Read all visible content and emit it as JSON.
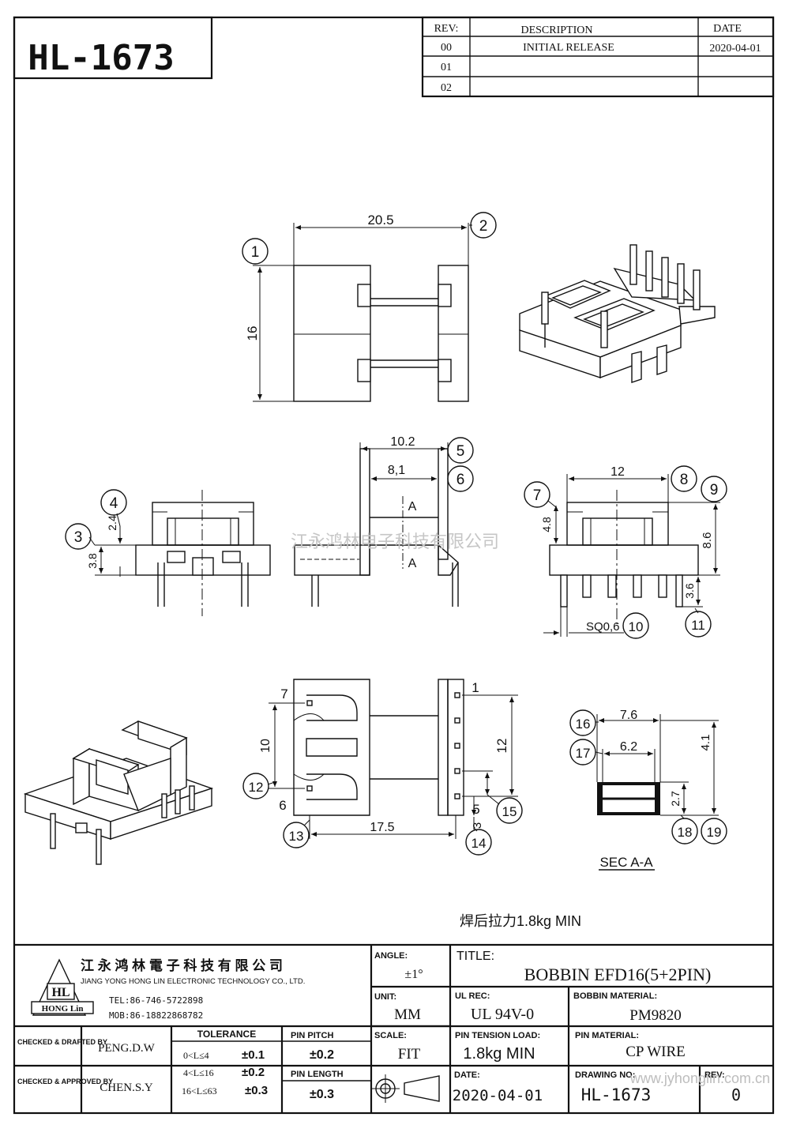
{
  "part_number": "HL-1673",
  "revisions": {
    "headers": [
      "REV:",
      "DESCRIPTION",
      "DATE"
    ],
    "rows": [
      {
        "rev": "00",
        "description": "INITIAL RELEASE",
        "date": "2020-04-01"
      },
      {
        "rev": "01",
        "description": "",
        "date": ""
      },
      {
        "rev": "02",
        "description": "",
        "date": ""
      }
    ]
  },
  "dimensions": {
    "top": {
      "width": "20.5",
      "height": "16"
    },
    "front": {
      "d1": "3.8",
      "d2": "2.4"
    },
    "side": {
      "d1": "10.2",
      "d2": "8,1",
      "section": "A"
    },
    "end": {
      "width": "12",
      "h1": "4.8",
      "h2": "8.6",
      "h3": "3.6",
      "pin": "SQ0,6"
    },
    "bottom": {
      "pitch": "10",
      "span": "12",
      "length": "17.5",
      "d5": "5",
      "d3": "3"
    },
    "section": {
      "w1": "7.6",
      "w2": "6.2",
      "h1": "4.1",
      "h2": "2.7",
      "title": "SEC A-A"
    }
  },
  "balloons": [
    "1",
    "2",
    "3",
    "4",
    "5",
    "6",
    "7",
    "8",
    "9",
    "10",
    "11",
    "12",
    "13",
    "14",
    "15",
    "16",
    "17",
    "18",
    "19"
  ],
  "pin_labels": {
    "p1": "1",
    "p5": "5",
    "p6": "6",
    "p7": "7"
  },
  "watermark": "江永鸿林电子科技有限公司",
  "note": "焊后拉力1.8kg MIN",
  "title_block": {
    "company_cn": "江 永 鸿 林 電 子 科 技 有 限 公 司",
    "company_en": "JIANG YONG HONG LIN ELECTRONIC TECHNOLOGY CO., LTD.",
    "logo_text": "HL",
    "logo_sub": "HONG Lin",
    "tel": "TEL:86-746-5722898",
    "mob": "MOB:86-18822868782",
    "angle_label": "ANGLE:",
    "angle_value": "±1°",
    "title_label": "TITLE:",
    "title_value": "BOBBIN   EFD16(5+2PIN)",
    "unit_label": "UNIT:",
    "unit_value": "MM",
    "ul_label": "UL REC:",
    "ul_value": "UL 94V-0",
    "bobbin_label": "BOBBIN MATERIAL:",
    "bobbin_value": "PM9820",
    "checked_drafted_label": "CHECKED & DRAFTED BY",
    "checked_drafted_value": "PENG.D.W",
    "checked_approved_label": "CHECKED & APPROVED BY",
    "checked_approved_value": "CHEN.S.Y",
    "tolerance_label": "TOLERANCE",
    "tolerance_rows": [
      {
        "range": "0<L≤4",
        "value": "±0.1"
      },
      {
        "range": "4<L≤16",
        "value": "±0.2"
      },
      {
        "range": "16<L≤63",
        "value": "±0.3"
      }
    ],
    "pin_pitch_label": "PIN PITCH",
    "pin_pitch_value": "±0.2",
    "pin_length_label": "PIN LENGTH",
    "pin_length_value": "±0.3",
    "scale_label": "SCALE:",
    "scale_value": "FIT",
    "pin_tension_label": "PIN TENSION LOAD:",
    "pin_tension_value": "1.8kg MIN",
    "pin_material_label": "PIN MATERIAL:",
    "pin_material_value": "CP   WIRE",
    "date_label": "DATE:",
    "date_value": "2020-04-01",
    "drawing_no_label": "DRAWING NO:",
    "drawing_no_value": "HL-1673",
    "rev_label": "REV:",
    "rev_value": "0",
    "website": "www.jyhonglin.com.cn"
  }
}
